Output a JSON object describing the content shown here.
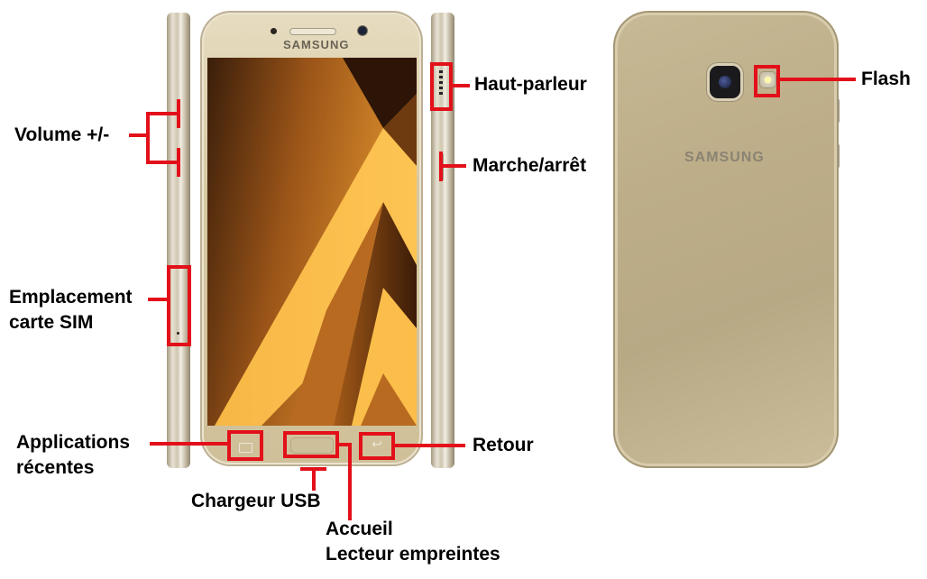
{
  "front": {
    "brand": "SAMSUNG"
  },
  "back": {
    "brand": "SAMSUNG"
  },
  "labels": {
    "volume": "Volume +/-",
    "sim_line1": "Emplacement",
    "sim_line2": "carte SIM",
    "recent_apps_line1": "Applications",
    "recent_apps_line2": "récentes",
    "usb": "Chargeur USB",
    "home_line1": "Accueil",
    "home_line2": "Lecteur empreintes",
    "back": "Retour",
    "speaker": "Haut-parleur",
    "power": "Marche/arrêt",
    "flash": "Flash"
  },
  "colors": {
    "callout": "#e3101a",
    "phone_gold": "#d6c8a2",
    "screen_orange": "#f5b040"
  }
}
